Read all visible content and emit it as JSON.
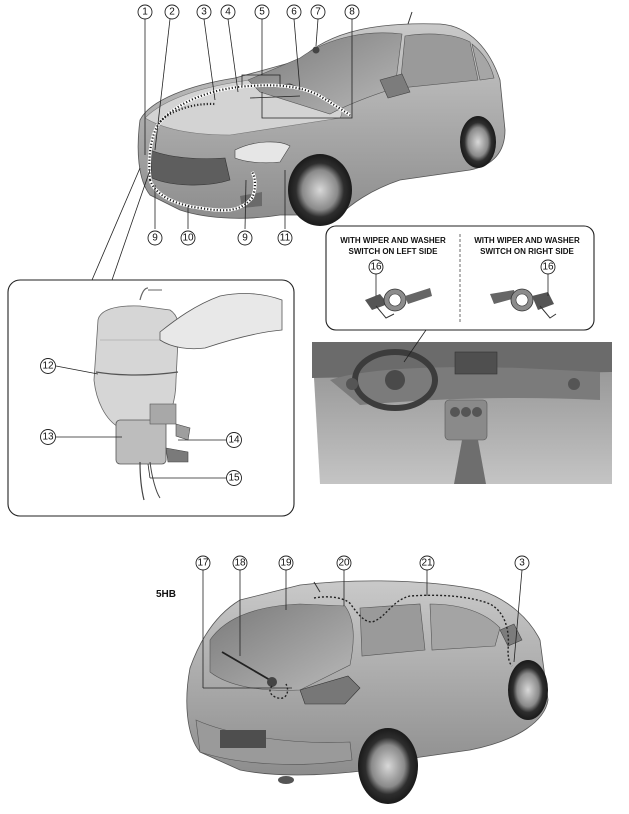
{
  "callouts": {
    "c1": "1",
    "c2": "2",
    "c3": "3",
    "c4": "4",
    "c5": "5",
    "c6": "6",
    "c7": "7",
    "c8": "8",
    "c9": "9",
    "c10": "10",
    "c11": "11",
    "c12": "12",
    "c13": "13",
    "c14": "14",
    "c15": "15",
    "c16": "16",
    "c17": "17",
    "c18": "18",
    "c19": "19",
    "c20": "20",
    "c21": "21"
  },
  "switch_box": {
    "left_title_1": "WITH WIPER AND WASHER",
    "left_title_2": "SWITCH ON LEFT SIDE",
    "right_title_1": "WITH WIPER AND WASHER",
    "right_title_2": "SWITCH ON RIGHT SIDE"
  },
  "rear_label": "5HB"
}
